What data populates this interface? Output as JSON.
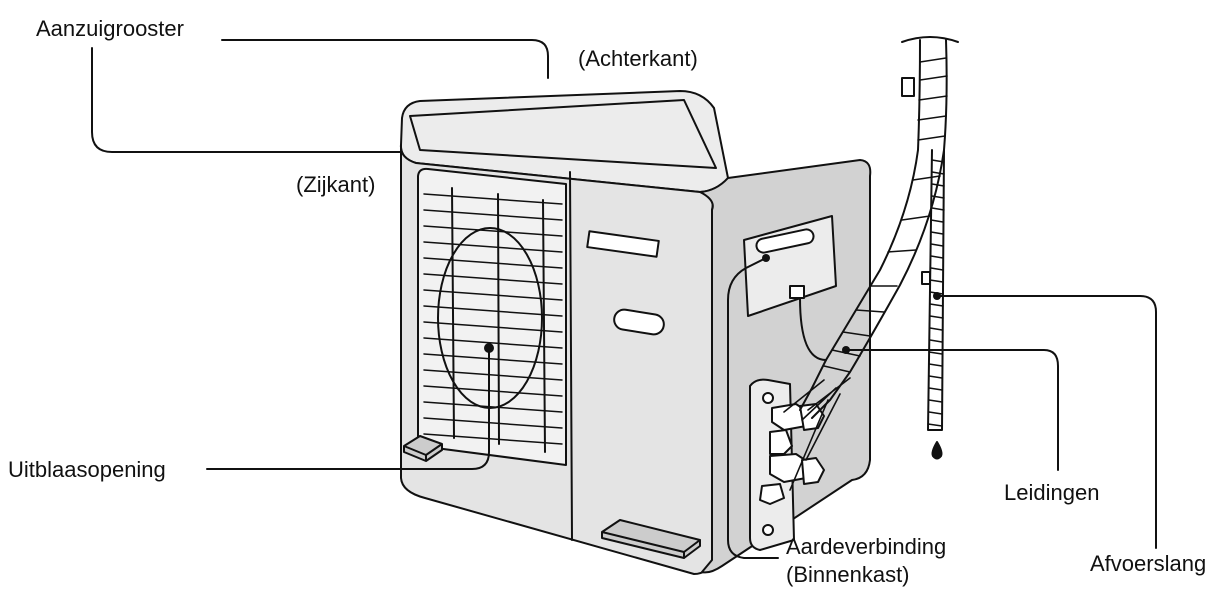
{
  "labels": {
    "intake_grille": "Aanzuigrooster",
    "back_side": "(Achterkant)",
    "side": "(Zijkant)",
    "outlet": "Uitblaasopening",
    "ground_connection": "Aardeverbinding",
    "indoor_unit": "(Binnenkast)",
    "pipes": "Leidingen",
    "drain_hose": "Afvoerslang"
  },
  "colors": {
    "line": "#111111",
    "unit_fill": "#e4e4e4",
    "unit_side": "#d2d2d2",
    "unit_top": "#ececec"
  }
}
